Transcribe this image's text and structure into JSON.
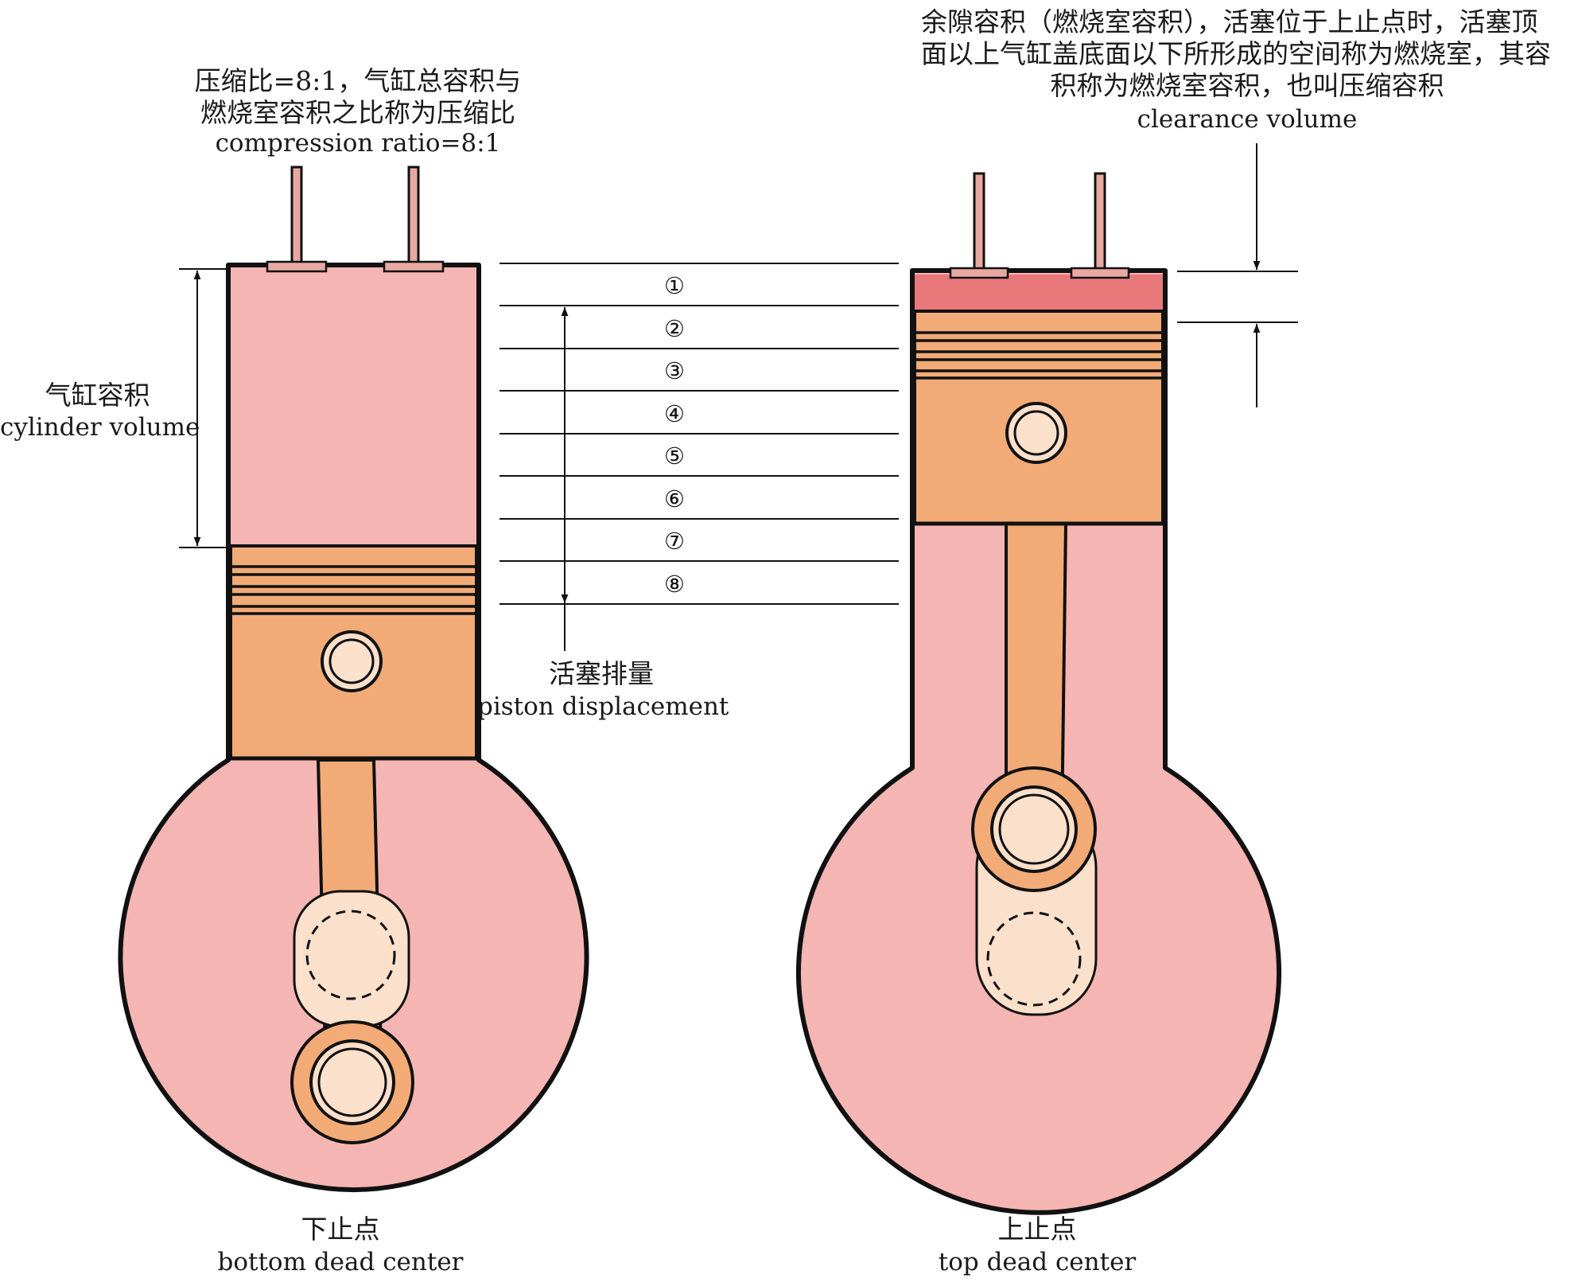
{
  "compression_ratio": {
    "zh_line1": "压缩比=8:1，气缸总容积与",
    "zh_line2": "燃烧室容积之比称为压缩比",
    "en": "compression ratio=8:1"
  },
  "clearance_volume": {
    "zh_line1": "余隙容积（燃烧室容积），活塞位于上止点时，活塞顶",
    "zh_line2": "面以上气缸盖底面以下所形成的空间称为燃烧室，其容",
    "zh_line3": "积称为燃烧室容积，也叫压缩容积",
    "en": "clearance volume"
  },
  "cylinder_volume": {
    "zh": "气缸容积",
    "en": "cylinder volume"
  },
  "piston_displacement": {
    "zh": "活塞排量",
    "en": "piston displacement"
  },
  "bdc": {
    "zh": "下止点",
    "en": "bottom dead center"
  },
  "tdc": {
    "zh": "上止点",
    "en": "top dead center"
  },
  "divisions": [
    "①",
    "②",
    "③",
    "④",
    "⑤",
    "⑥",
    "⑦",
    "⑧"
  ],
  "colors": {
    "case": "#f5b5b2",
    "piston": "#f2ab76",
    "pin_bright": "#fbe0cc",
    "combustion": "#e9787a",
    "outline": "#111111"
  }
}
